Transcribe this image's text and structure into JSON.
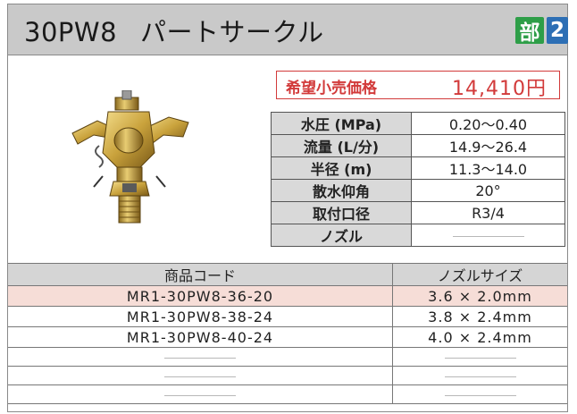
{
  "header": {
    "model": "30PW8",
    "name": "パートサークル",
    "badge_1": "部",
    "badge_2": "2"
  },
  "price": {
    "label": "希望小売価格",
    "value": "14,410円"
  },
  "specs": [
    {
      "label": "水圧 (MPa)",
      "value": "0.20～0.40"
    },
    {
      "label": "流量 (L/分)",
      "value": "14.9～26.4"
    },
    {
      "label": "半径 (m)",
      "value": "11.3～14.0"
    },
    {
      "label": "散水仰角",
      "value": "20°"
    },
    {
      "label": "取付口径",
      "value": "R3/4"
    },
    {
      "label": "ノズル",
      "value": ""
    }
  ],
  "product_table": {
    "headers": [
      "商品コード",
      "ノズルサイズ"
    ],
    "rows": [
      {
        "code": "MR1-30PW8-36-20",
        "nozzle": "3.6 × 2.0mm"
      },
      {
        "code": "MR1-30PW8-38-24",
        "nozzle": "3.8 × 2.4mm"
      },
      {
        "code": "MR1-30PW8-40-24",
        "nozzle": "4.0 × 2.4mm"
      }
    ]
  },
  "colors": {
    "price_red": "#d23a3a",
    "header_gray": "#c9c9c9",
    "badge_green": "#2e9e48",
    "badge_blue": "#2d6fb5",
    "highlight_row": "#f6ddd7"
  }
}
